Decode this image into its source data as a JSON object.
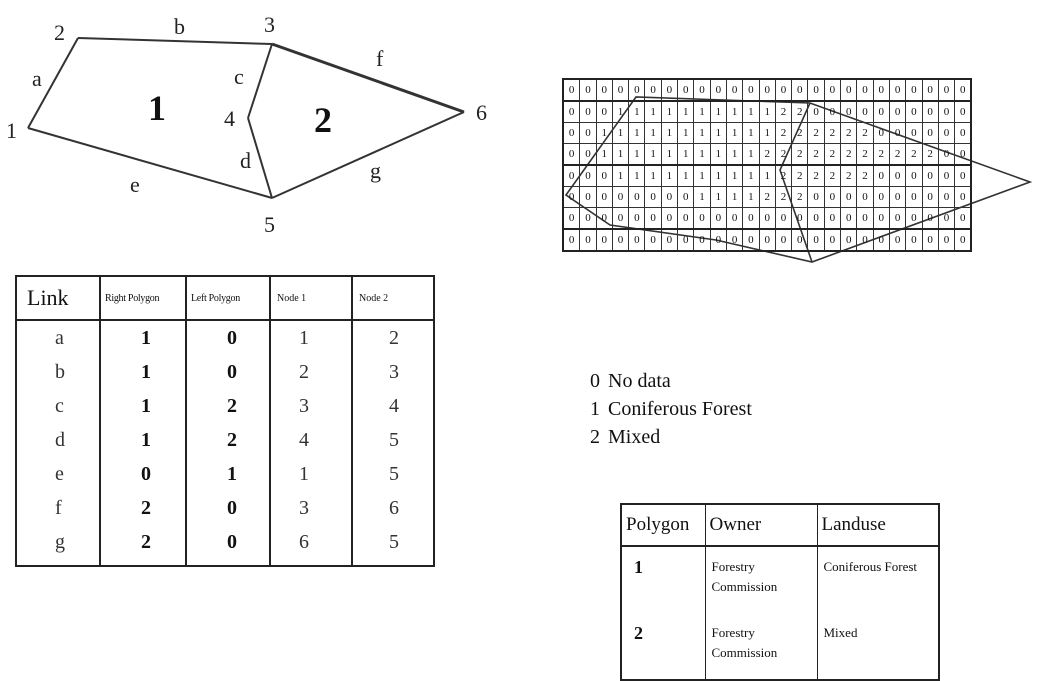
{
  "diagram": {
    "nodes": [
      "1",
      "2",
      "3",
      "4",
      "5",
      "6"
    ],
    "links": [
      "a",
      "b",
      "c",
      "d",
      "e",
      "f",
      "g"
    ],
    "polygons": [
      "1",
      "2"
    ]
  },
  "link_table": {
    "headers": [
      "Link",
      "Right Polygon",
      "Left Polygon",
      "Node 1",
      "Node 2"
    ],
    "rows": [
      [
        "a",
        "1",
        "0",
        "1",
        "2"
      ],
      [
        "b",
        "1",
        "0",
        "2",
        "3"
      ],
      [
        "c",
        "1",
        "2",
        "3",
        "4"
      ],
      [
        "d",
        "1",
        "2",
        "4",
        "5"
      ],
      [
        "e",
        "0",
        "1",
        "1",
        "5"
      ],
      [
        "f",
        "2",
        "0",
        "3",
        "6"
      ],
      [
        "g",
        "2",
        "0",
        "6",
        "5"
      ]
    ]
  },
  "raster": [
    [
      0,
      0,
      0,
      0,
      0,
      0,
      0,
      0,
      0,
      0,
      0,
      0,
      0,
      0,
      0,
      0,
      0,
      0,
      0,
      0,
      0,
      0,
      0,
      0,
      0
    ],
    [
      0,
      0,
      0,
      1,
      1,
      1,
      1,
      1,
      1,
      1,
      1,
      1,
      1,
      2,
      2,
      0,
      0,
      0,
      0,
      0,
      0,
      0,
      0,
      0,
      0
    ],
    [
      0,
      0,
      1,
      1,
      1,
      1,
      1,
      1,
      1,
      1,
      1,
      1,
      1,
      2,
      2,
      2,
      2,
      2,
      2,
      0,
      0,
      0,
      0,
      0,
      0
    ],
    [
      0,
      0,
      1,
      1,
      1,
      1,
      1,
      1,
      1,
      1,
      1,
      1,
      2,
      2,
      2,
      2,
      2,
      2,
      2,
      2,
      2,
      2,
      2,
      0,
      0
    ],
    [
      0,
      0,
      0,
      1,
      1,
      1,
      1,
      1,
      1,
      1,
      1,
      1,
      1,
      2,
      2,
      2,
      2,
      2,
      2,
      0,
      0,
      0,
      0,
      0,
      0
    ],
    [
      0,
      0,
      0,
      0,
      0,
      0,
      0,
      0,
      1,
      1,
      1,
      1,
      2,
      2,
      2,
      0,
      0,
      0,
      0,
      0,
      0,
      0,
      0,
      0,
      0
    ],
    [
      0,
      0,
      0,
      0,
      0,
      0,
      0,
      0,
      0,
      0,
      0,
      0,
      0,
      0,
      0,
      0,
      0,
      0,
      0,
      0,
      0,
      0,
      0,
      0,
      0
    ],
    [
      0,
      0,
      0,
      0,
      0,
      0,
      0,
      0,
      0,
      0,
      0,
      0,
      0,
      0,
      0,
      0,
      0,
      0,
      0,
      0,
      0,
      0,
      0,
      0,
      0
    ]
  ],
  "legend": [
    {
      "code": "0",
      "label": "No data"
    },
    {
      "code": "1",
      "label": "Coniferous Forest"
    },
    {
      "code": "2",
      "label": "Mixed"
    }
  ],
  "attribute_table": {
    "headers": [
      "Polygon",
      "Owner",
      "Landuse"
    ],
    "rows": [
      {
        "polygon": "1",
        "owner": "Forestry Commission",
        "landuse": "Coniferous Forest"
      },
      {
        "polygon": "2",
        "owner": "Forestry Commission",
        "landuse": "Mixed"
      }
    ]
  }
}
